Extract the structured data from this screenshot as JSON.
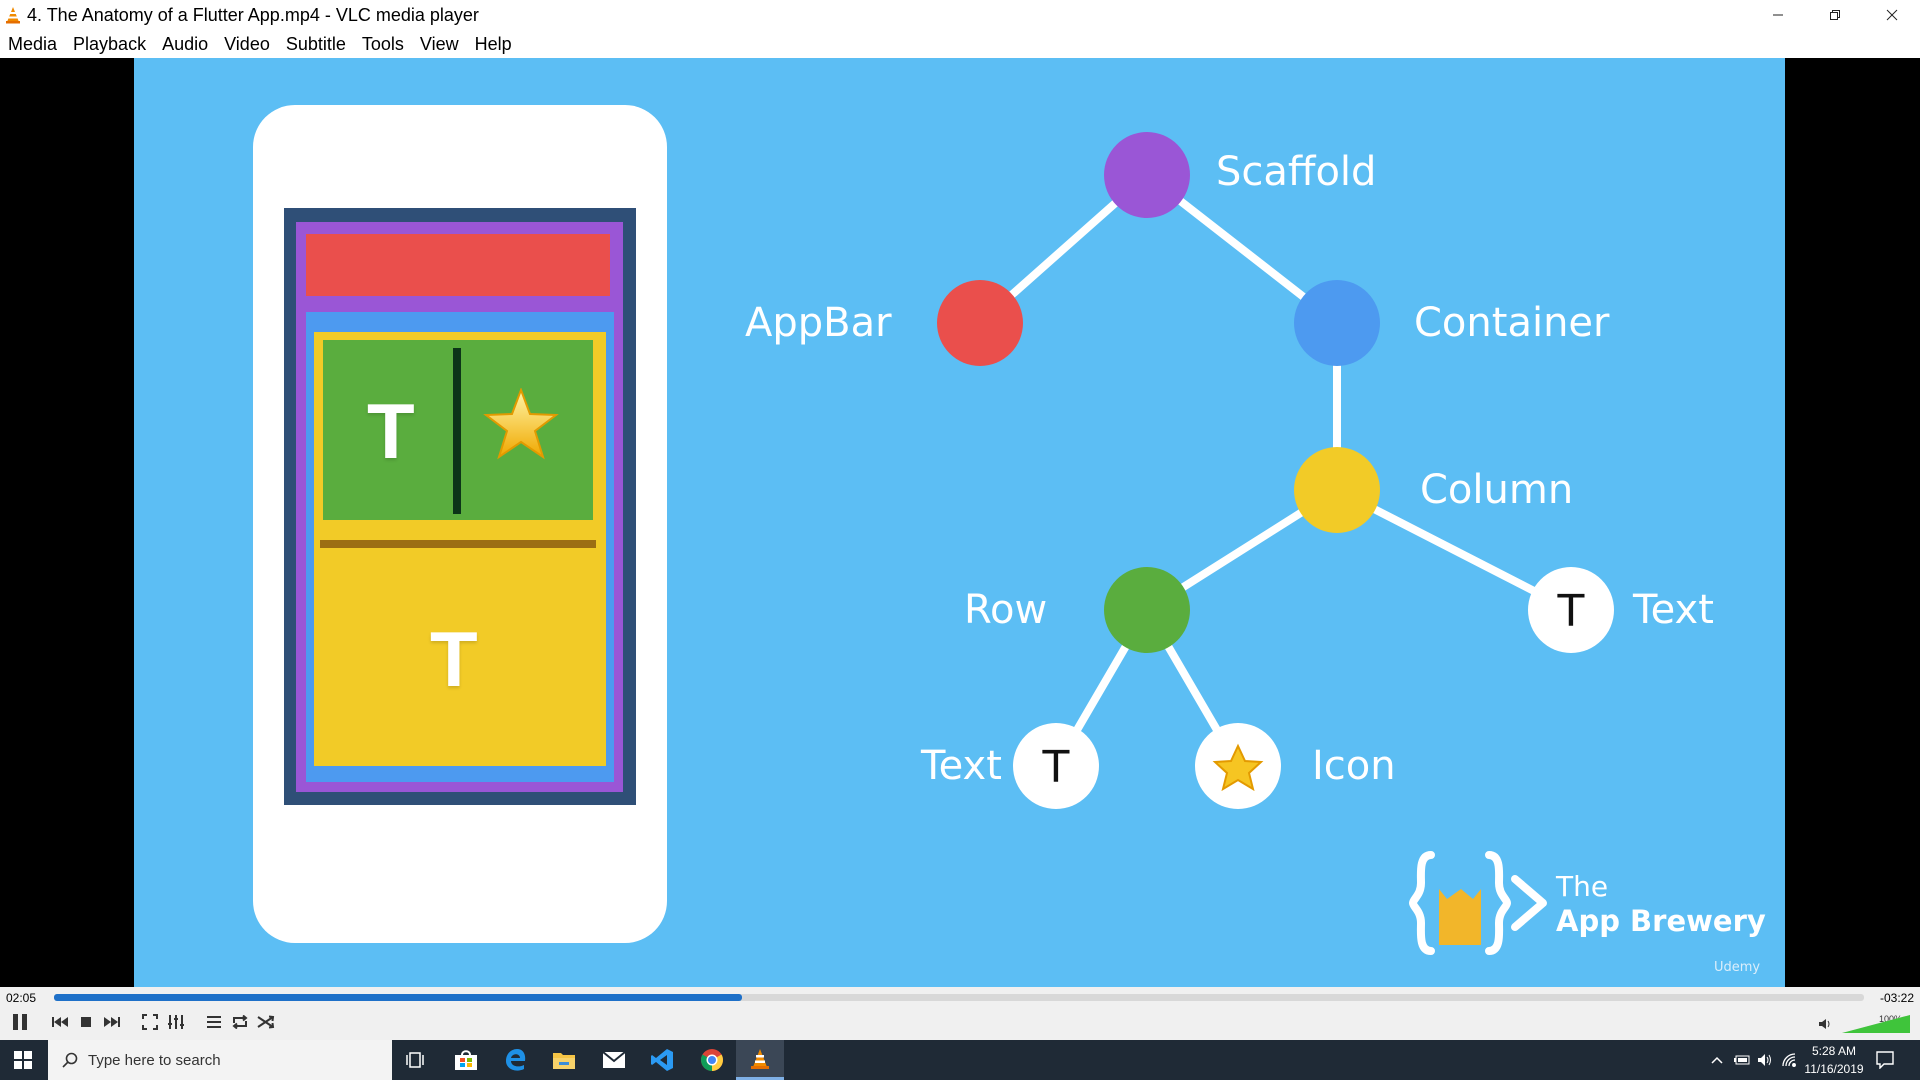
{
  "window": {
    "title": "4. The Anatomy of a Flutter App.mp4 - VLC media player",
    "controls": [
      "minimize",
      "restore",
      "close"
    ]
  },
  "menu": [
    "Media",
    "Playback",
    "Audio",
    "Video",
    "Subtitle",
    "Tools",
    "View",
    "Help"
  ],
  "slide": {
    "phone_letters": {
      "row_text": "T",
      "column_text": "T"
    },
    "tree": {
      "scaffold": "Scaffold",
      "appbar": "AppBar",
      "container": "Container",
      "column": "Column",
      "row": "Row",
      "column_text": "Text",
      "row_text": "Text",
      "row_icon": "Icon",
      "text_glyph": "T"
    },
    "colors": {
      "background": "#5cbef4",
      "scaffold": "#9a56d6",
      "appbar": "#ea4f4c",
      "container": "#4d9af0",
      "column": "#f2cb27",
      "row": "#5aad3e"
    },
    "brand": {
      "line1": "The",
      "line2": "App Brewery",
      "watermark": "Udemy"
    }
  },
  "player": {
    "elapsed": "02:05",
    "remaining": "-03:22",
    "progress": 0.38,
    "volume_label": "100%",
    "volume": 1.0,
    "state": "playing"
  },
  "taskbar": {
    "search_placeholder": "Type here to search",
    "apps": [
      "task-view",
      "store",
      "edge",
      "file-explorer",
      "mail",
      "vscode",
      "chrome",
      "vlc"
    ],
    "time": "5:28 AM",
    "date": "11/16/2019"
  }
}
